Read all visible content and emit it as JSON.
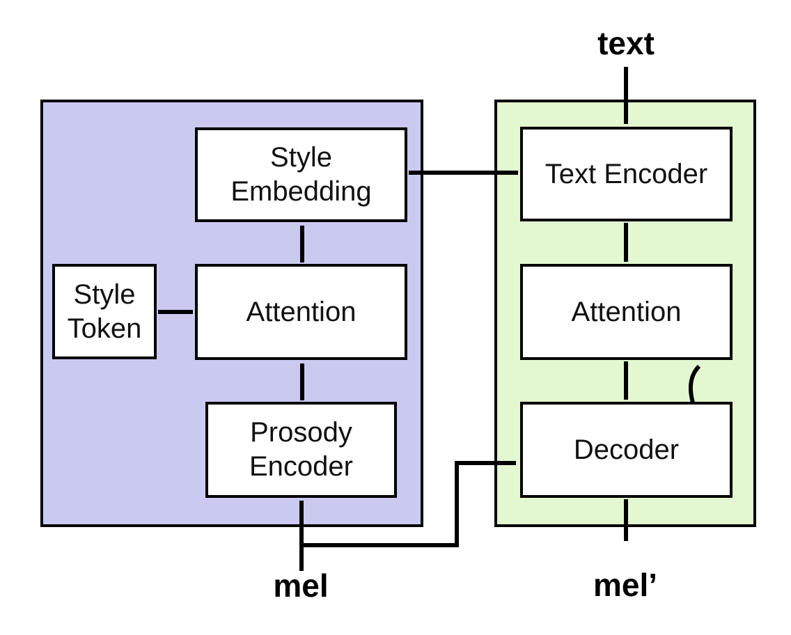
{
  "labels": {
    "input_text": "text",
    "input_mel": "mel",
    "output_mel": "mel’"
  },
  "style_panel": {
    "boxes": {
      "style_embedding": "Style\nEmbedding",
      "style_token": "Style\nToken",
      "attention": "Attention",
      "prosody_encoder": "Prosody\nEncoder"
    }
  },
  "synthesis_panel": {
    "boxes": {
      "text_encoder": "Text Encoder",
      "attention": "Attention",
      "decoder": "Decoder"
    }
  },
  "colors": {
    "style_panel_fill": "#CACAF1",
    "synthesis_panel_fill": "#E3F7D1",
    "box_fill": "#FFFFFF",
    "line": "#000000"
  }
}
